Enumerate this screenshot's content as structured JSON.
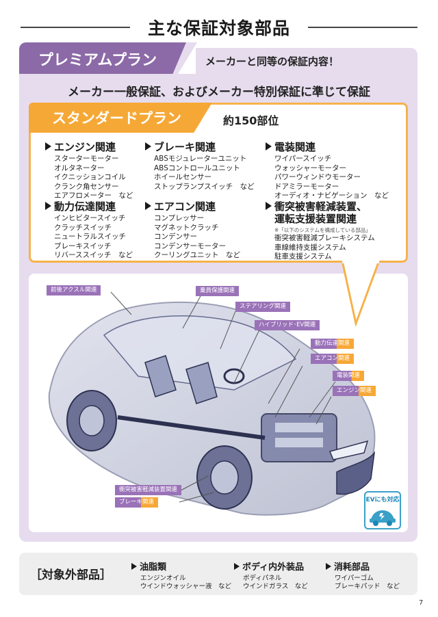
{
  "title": "主な保証対象部品",
  "premium": {
    "name": "プレミアムプラン",
    "tagline": "メーカーと同等の保証内容！",
    "subtitle": "メーカー一般保証、およびメーカー特別保証に準じて保証"
  },
  "standard": {
    "name": "スタンダードプラン",
    "count": "約150部位",
    "categories": [
      {
        "heading": "エンジン関連",
        "items": [
          "スターターモーター",
          "オルタネーター",
          "イクニッションコイル",
          "クランク角センサー",
          "エアフロメーター　など"
        ]
      },
      {
        "heading": "ブレーキ関連",
        "items": [
          "ABSモジュレーターユニット",
          "ABSコントロールユニット",
          "ホイールセンサー",
          "ストップランプスイッチ　など"
        ]
      },
      {
        "heading": "電装関連",
        "items": [
          "ワイパースイッチ",
          "ウォッシャーモーター",
          "パワーウィンドウモーター",
          "ドアミラーモーター",
          "オーディオ・ナビゲーション　など"
        ]
      },
      {
        "heading": "動力伝達関連",
        "items": [
          "インヒビタースイッチ",
          "クラッチスイッチ",
          "ニュートラルスイッチ",
          "ブレーキスイッチ",
          "リバーススイッチ　など"
        ]
      },
      {
        "heading": "エアコン関連",
        "items": [
          "コンプレッサー",
          "マグネットクラッチ",
          "コンデンサー",
          "コンデンサーモーター",
          "クーリングユニット　など"
        ]
      },
      {
        "heading": "衝突被害軽減装置、",
        "heading2": "運転支援装置関連",
        "note": "※「以下のシステムを構成している部品」",
        "items": [
          "衝突被害軽減ブレーキシステム",
          "車線維持支援システム",
          "駐車支援システム"
        ]
      }
    ]
  },
  "car_labels": {
    "axle": "前後アクスル関連",
    "occupant": "乗員保護関連",
    "steering": "ステアリング関連",
    "hybrid": "ハイブリッド･EV関連",
    "drivetrain": "動力伝達関連",
    "aircon": "エアコン関連",
    "electrical": "電装関連",
    "engine": "エンジン関連",
    "collision": "衝突被害軽減装置関連",
    "brake": "ブレーキ関連"
  },
  "ev_badge": "EVにも対応",
  "excluded": {
    "title": "［対象外部品］",
    "categories": [
      {
        "heading": "油脂類",
        "items": [
          "エンジンオイル",
          "ウインドウォッシャー液　など"
        ]
      },
      {
        "heading": "ボディ内外装品",
        "items": [
          "ボディパネル",
          "ウインドガラス　など"
        ]
      },
      {
        "heading": "消耗部品",
        "items": [
          "ワイパーゴム",
          "ブレーキパッド　など"
        ]
      }
    ]
  },
  "page_number": "7",
  "colors": {
    "premium": "#8c6aa7",
    "premium_bg": "#e6dcee",
    "standard": "#f6a836",
    "ev": "#3aa0c8"
  }
}
